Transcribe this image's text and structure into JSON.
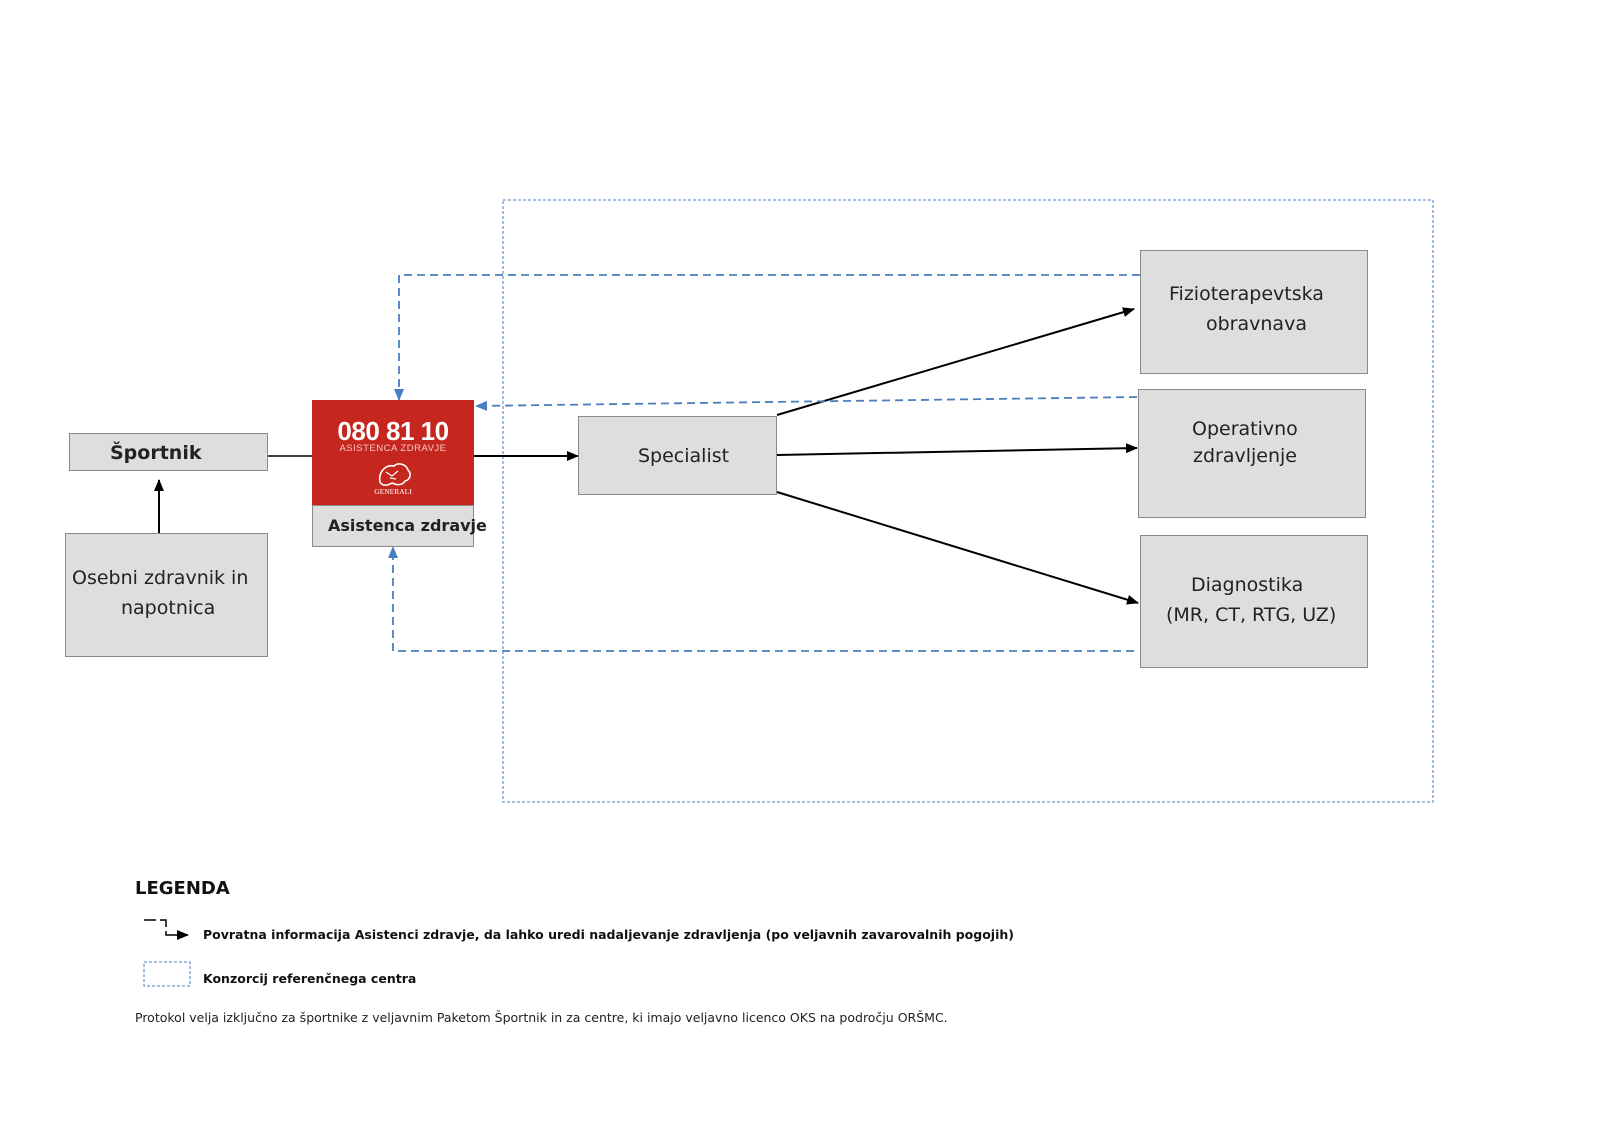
{
  "nodes": {
    "sportnik": "Športnik",
    "osebni_line1": "Osebni zdravnik in",
    "osebni_line2": "napotnica",
    "asistenca_phone": "080 81 10",
    "asistenca_sub": "ASISTENCA ZDRAVJE",
    "asistenca_brand": "GENERALI",
    "asistenca_label": "Asistenca zdravje",
    "specialist": "Specialist",
    "fizio_line1": "Fizioterapevtska",
    "fizio_line2": "obravnava",
    "operativno_line1": "Operativno",
    "operativno_line2": "zdravljenje",
    "diagnostika_line1": "Diagnostika",
    "diagnostika_line2": "(MR, CT, RTG, UZ)"
  },
  "legend": {
    "title": "LEGENDA",
    "feedback": "Povratna informacija Asistenci zdravje, da lahko uredi nadaljevanje zdravljenja (po veljavnih zavarovalnih pogojih)",
    "consortium": "Konzorcij referenčnega centra"
  },
  "note": "Protokol velja izključno za športnike z veljavnim Paketom Športnik in za centre, ki imajo veljavno licenco OKS na področju ORŠMC.",
  "colors": {
    "dashed_blue": "#4a7ec0",
    "asistenca_red": "#c5271f",
    "box_fill": "#dedede"
  }
}
